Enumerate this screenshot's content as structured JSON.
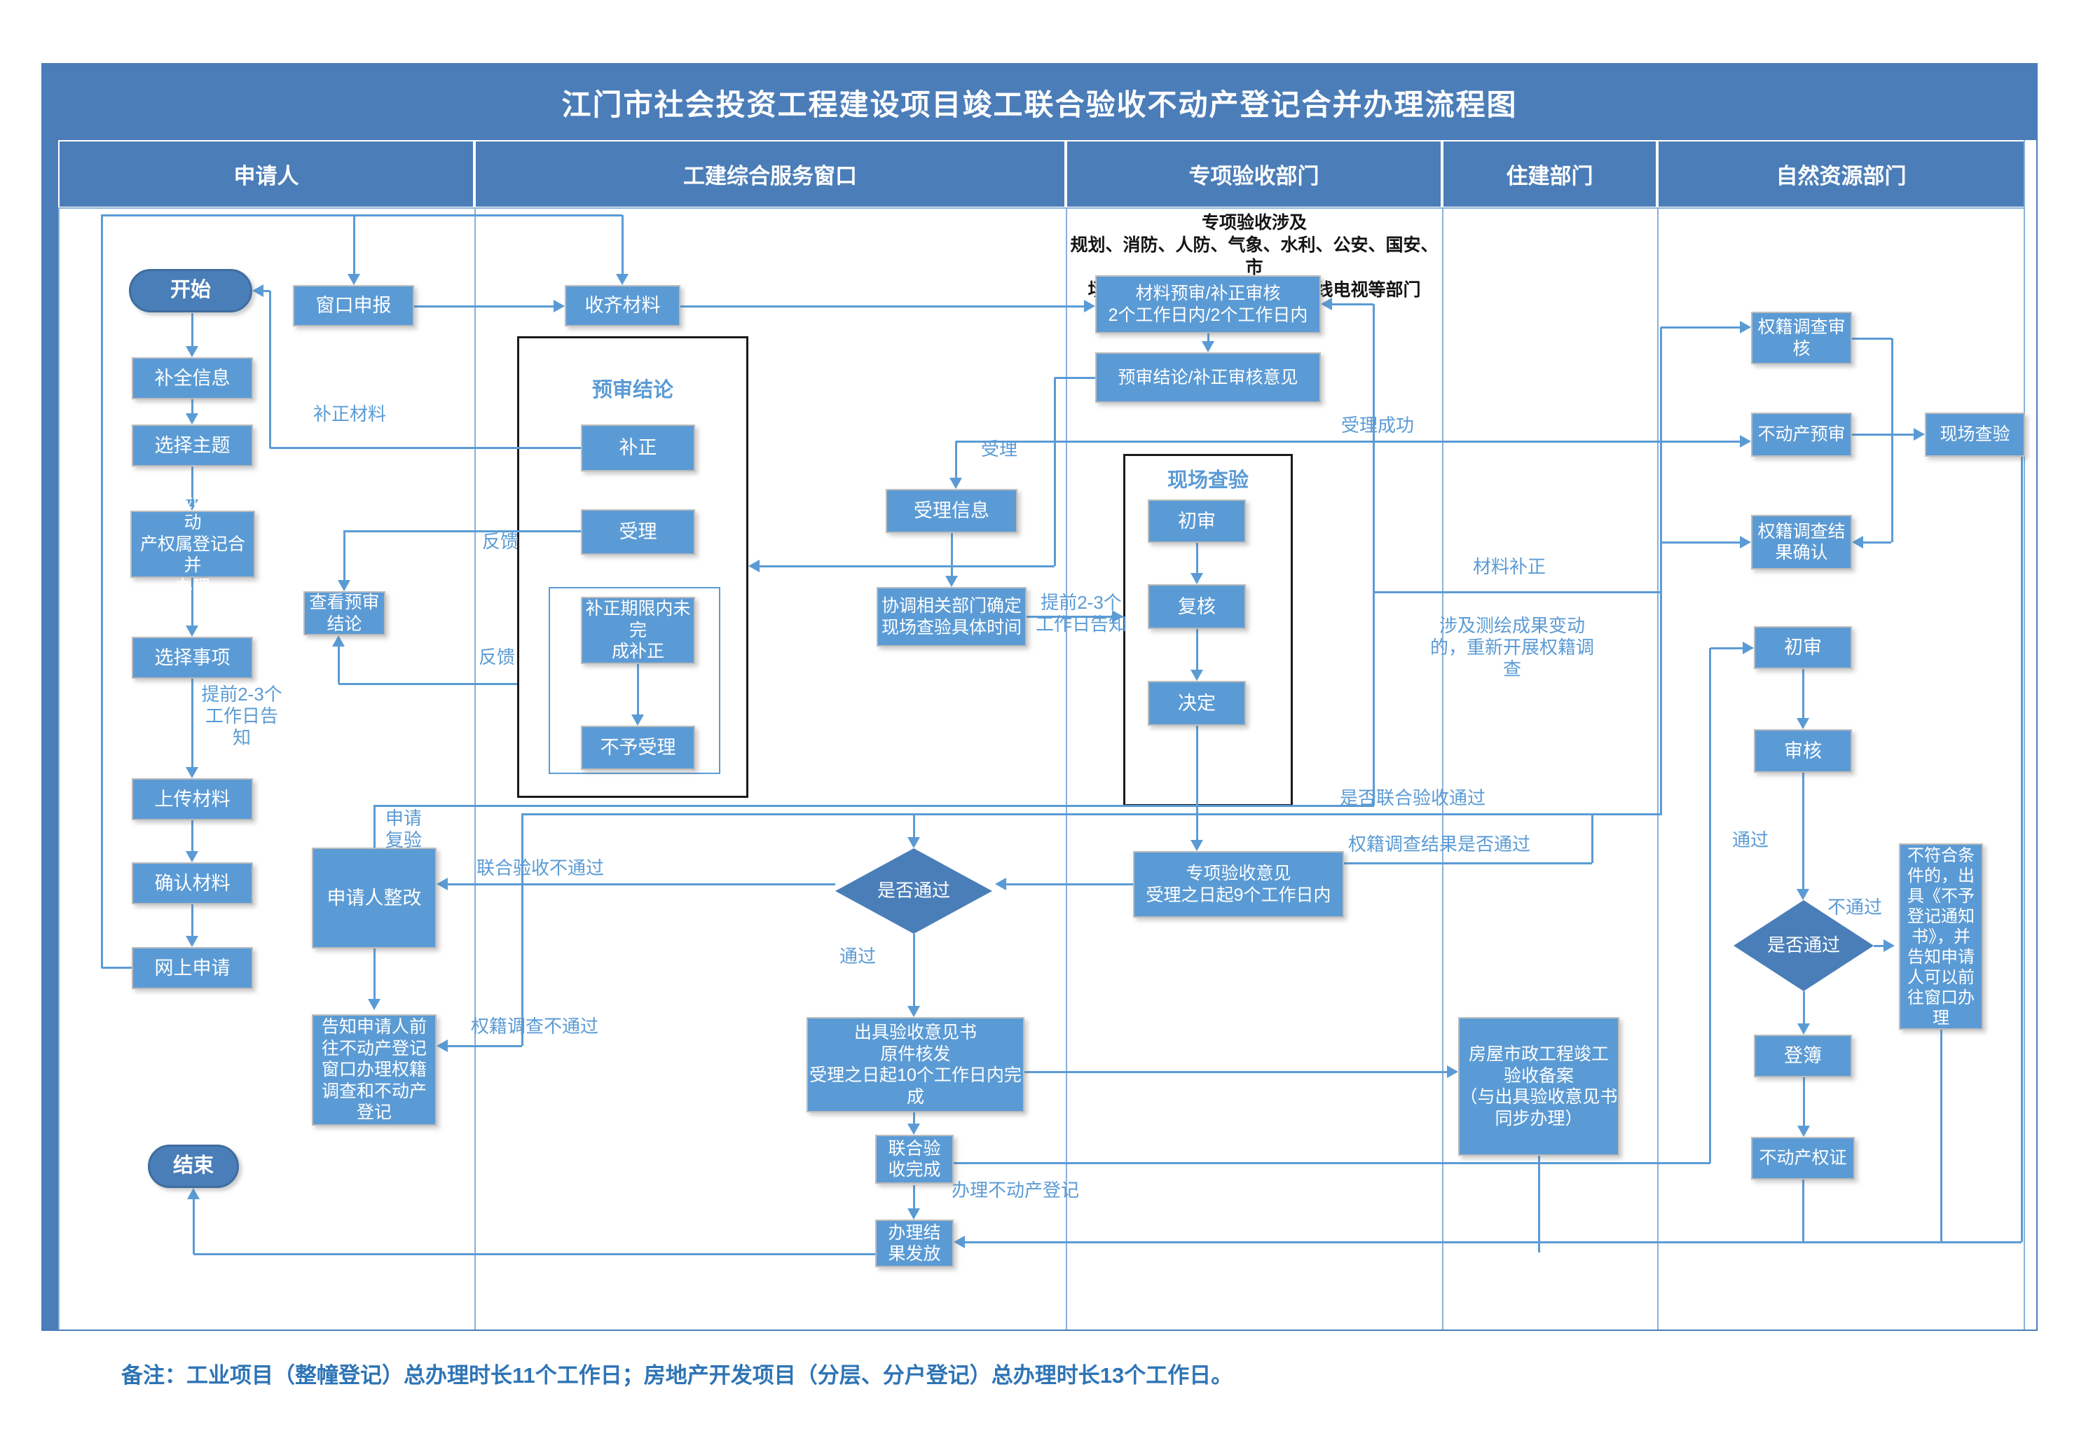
{
  "title": "江门市社会投资工程建设项目竣工联合验收不动产登记合并办理流程图",
  "lanes": [
    "申请人",
    "工建综合服务窗口",
    "专项验收部门",
    "住建部门",
    "自然资源部门"
  ],
  "note": "备注：工业项目（整幢登记）总办理时长11个工作日；房地产开发项目（分层、分户登记）总办理时长13个工作日。",
  "dept_note": "专项验收涉及\n规划、消防、人防、气象、水利、公安、国安、市\n场监管、档案、通信管理、有线电视等部门",
  "containers": {
    "pre_review": "预审结论",
    "site_check": "现场查验"
  },
  "nodes": {
    "start": "开始",
    "window_declare": "窗口申报",
    "complete_info": "补全信息",
    "choose_topic": "选择主题",
    "joint_merge": "联合验收与不动\n产权属登记合并\n办理",
    "choose_item": "选择事项",
    "upload_material": "上传材料",
    "confirm_material": "确认材料",
    "online_apply": "网上申请",
    "end": "结束",
    "collect_material": "收齐材料",
    "correction": "补正",
    "accept": "受理",
    "correction_not_done": "补正期限内未完\n成补正",
    "not_accepted": "不予受理",
    "view_result": "查看预审\n结论",
    "rectify": "申请人整改",
    "inform_window": "告知申请人前\n往不动产登记\n窗口办理权籍\n调查和不动产\n登记",
    "accept_info": "受理信息",
    "coordinate": "协调相关部门确定\n现场查验具体时间",
    "decision1": "是否通过",
    "issue_letter": "出具验收意见书\n原件核发\n受理之日起10个工作日内完成",
    "joint_done": "联合验\n收完成",
    "result_issue": "办理结\n果发放",
    "material_review": "材料预审/补正审核\n2个工作日内/2个工作日内",
    "review_opinion": "预审结论/补正审核意见",
    "first_review": "初审",
    "recheck": "复核",
    "decide": "决定",
    "special_opinion": "专项验收意见\n受理之日起9个工作日内",
    "filing": "房屋市政工程竣工\n验收备案\n（与出具验收意见书\n同步办理）",
    "cadastral_review": "权籍调查审\n核",
    "estate_prereview": "不动产预审",
    "site_check_right": "现场查验",
    "cadastral_confirm": "权籍调查结\n果确认",
    "first_review2": "初审",
    "review2": "审核",
    "decision2": "是否通过",
    "not_register": "不符合条\n件的，出\n具《不予\n登记通知\n书》，并\n告知申请\n人可以前\n往窗口办\n理",
    "register_book": "登簿",
    "estate_cert": "不动产权证"
  },
  "labels": {
    "bzcl": "补正材料",
    "fk1": "反馈",
    "fk2": "反馈",
    "sqfy": "申请\n复验",
    "tq1": "提前2-3个\n工作日告\n知",
    "lhbutg": "联合验收不通过",
    "qjbutg": "权籍调查不通过",
    "sl": "受理",
    "tq2": "提前2-3个\n工作日告知",
    "tg1": "通过",
    "bldc": "办理不动产登记",
    "slcg": "受理成功",
    "clbz": "材料补正",
    "cehui": "涉及测绘成果变动\n的，重新开展权籍调\n查",
    "sflh": "是否联合验收通过",
    "qjjg": "权籍调查结果是否通过",
    "tg2": "通过",
    "btg": "不通过"
  },
  "colors": {
    "box": "#5b9bd5",
    "dark": "#4a7eb8",
    "header": "#4b7db8",
    "line": "#5b9bd5",
    "note_text": "#2e74b5"
  }
}
